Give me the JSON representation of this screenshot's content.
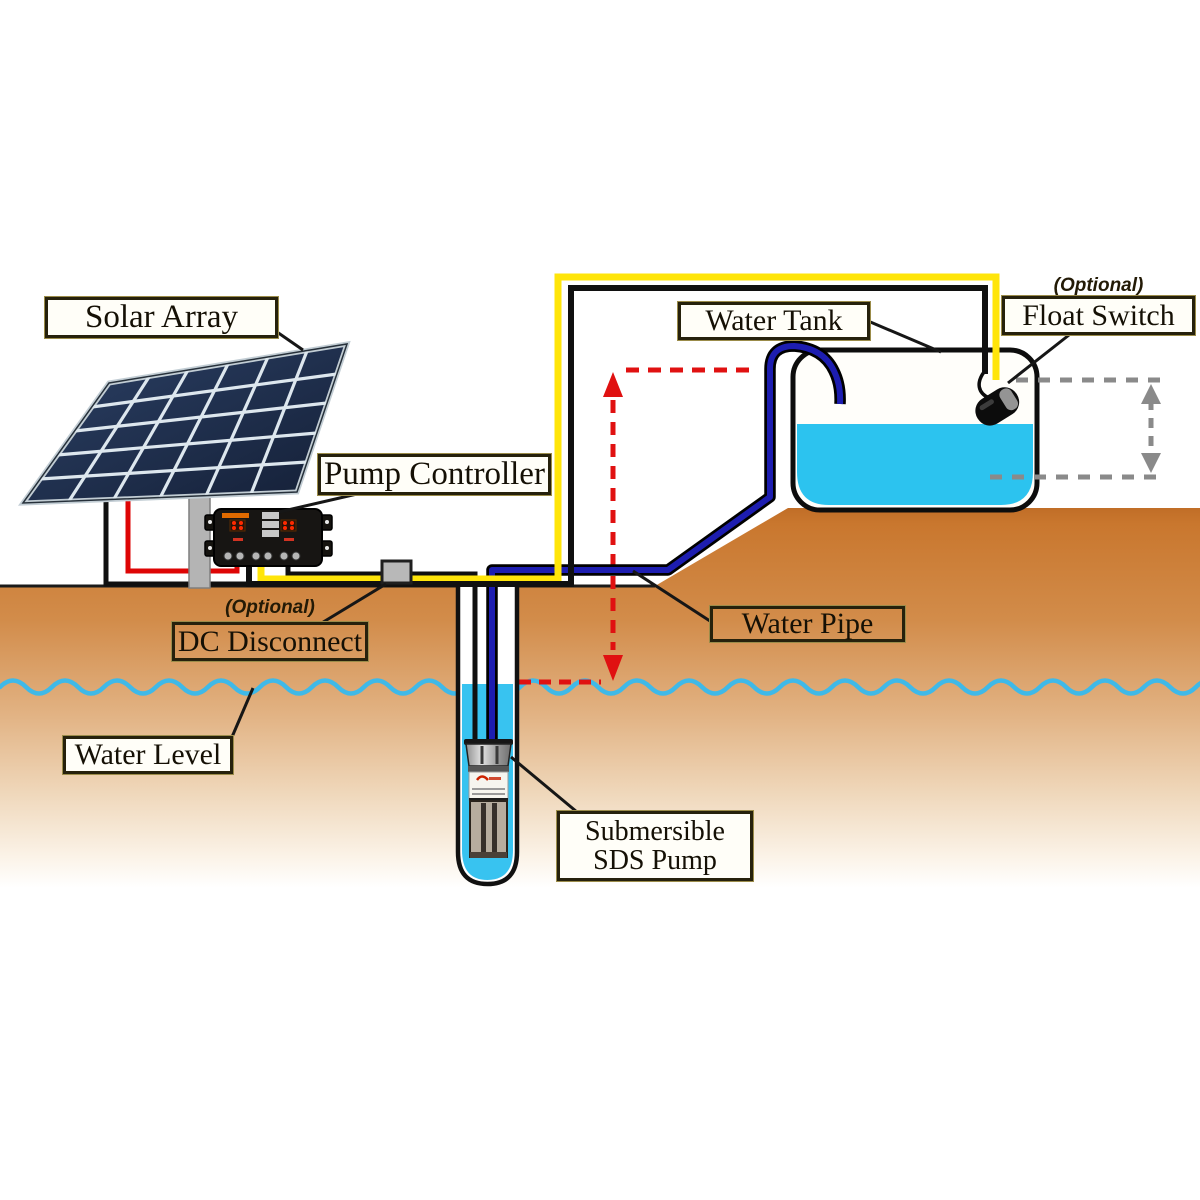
{
  "diagram": {
    "title": "Solar water pumping system diagram",
    "labels": {
      "solar_array": "Solar Array",
      "pump_controller": "Pump Controller",
      "dc_disconnect": "DC Disconnect",
      "dc_disconnect_tag": "(Optional)",
      "water_level": "Water Level",
      "water_pipe": "Water Pipe",
      "water_tank": "Water Tank",
      "float_switch": "Float Switch",
      "float_switch_tag": "(Optional)",
      "submersible_pump_line1": "Submersible",
      "submersible_pump_line2": "SDS Pump"
    },
    "components": [
      "solar-array-panel",
      "mounting-pole",
      "pump-controller-unit",
      "dc-disconnect-box",
      "well-casing",
      "submersible-pump-unit",
      "water-pipe",
      "water-tank",
      "float-switch-device",
      "positive-wire-red",
      "negative-wire-black",
      "float-wire-yellow",
      "water-level-line",
      "flow-indicator-red-dashed",
      "float-range-gray-dashed"
    ],
    "colors": {
      "ground_top": "#c7752e",
      "ground_fade": "#ffffff",
      "water": "#2cc3ef",
      "water_line": "#3fb9e8",
      "pipe_blue": "#1d1db0",
      "wire_yellow": "#ffe50a",
      "wire_red": "#de0505",
      "wire_black": "#101010",
      "dashed_red": "#e01111",
      "dashed_gray": "#8a8a8a",
      "panel_cell": "#1d2b47",
      "label_border": "#26210c"
    }
  }
}
